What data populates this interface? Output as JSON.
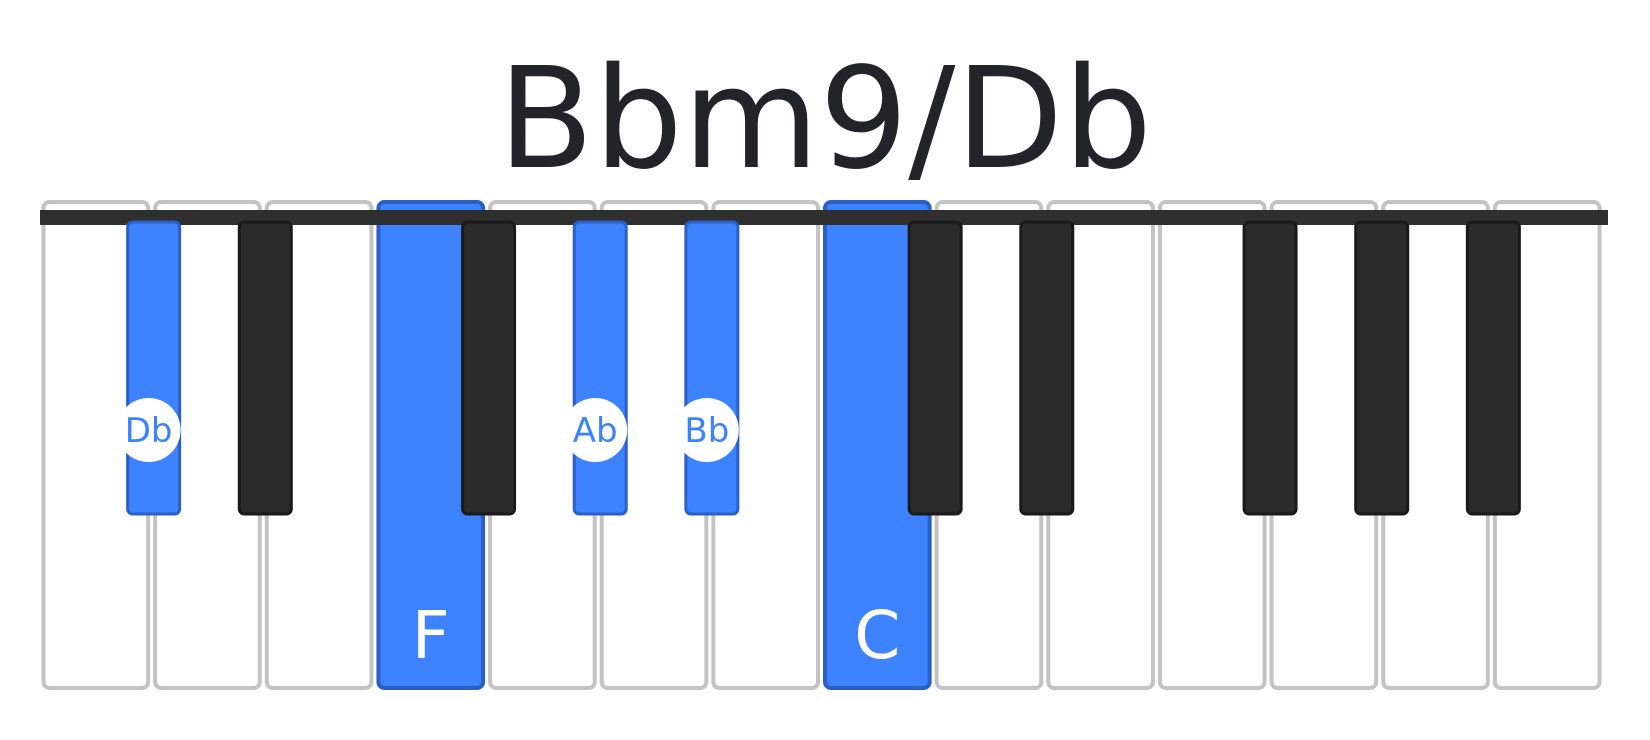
{
  "chord": {
    "name": "Bbm9/Db"
  },
  "keyboard": {
    "white_keys": [
      "C",
      "D",
      "E",
      "F",
      "G",
      "A",
      "B",
      "C",
      "D",
      "E",
      "F",
      "G",
      "A",
      "B"
    ],
    "black_keys": [
      {
        "after_white": 0,
        "note": "Db",
        "highlighted": true,
        "label": "Db"
      },
      {
        "after_white": 1,
        "note": "Eb",
        "highlighted": false
      },
      {
        "after_white": 3,
        "note": "Gb",
        "highlighted": false
      },
      {
        "after_white": 4,
        "note": "Ab",
        "highlighted": true,
        "label": "Ab"
      },
      {
        "after_white": 5,
        "note": "Bb",
        "highlighted": true,
        "label": "Bb"
      },
      {
        "after_white": 7,
        "note": "Db",
        "highlighted": false
      },
      {
        "after_white": 8,
        "note": "Eb",
        "highlighted": false
      },
      {
        "after_white": 10,
        "note": "Gb",
        "highlighted": false
      },
      {
        "after_white": 11,
        "note": "Ab",
        "highlighted": false
      },
      {
        "after_white": 12,
        "note": "Bb",
        "highlighted": false
      }
    ],
    "highlighted_white": [
      {
        "index": 3,
        "label": "F"
      },
      {
        "index": 7,
        "label": "C"
      }
    ]
  },
  "colors": {
    "highlight": "#3d82ff",
    "highlight_border": "#2b5fc7",
    "black_key": "#2b2b2b",
    "white_key_border": "#c3c3c3",
    "top_bar": "#2f2f2f",
    "title": "#212529",
    "label_bg": "#ffffff",
    "white_label_text": "#ffffff"
  }
}
